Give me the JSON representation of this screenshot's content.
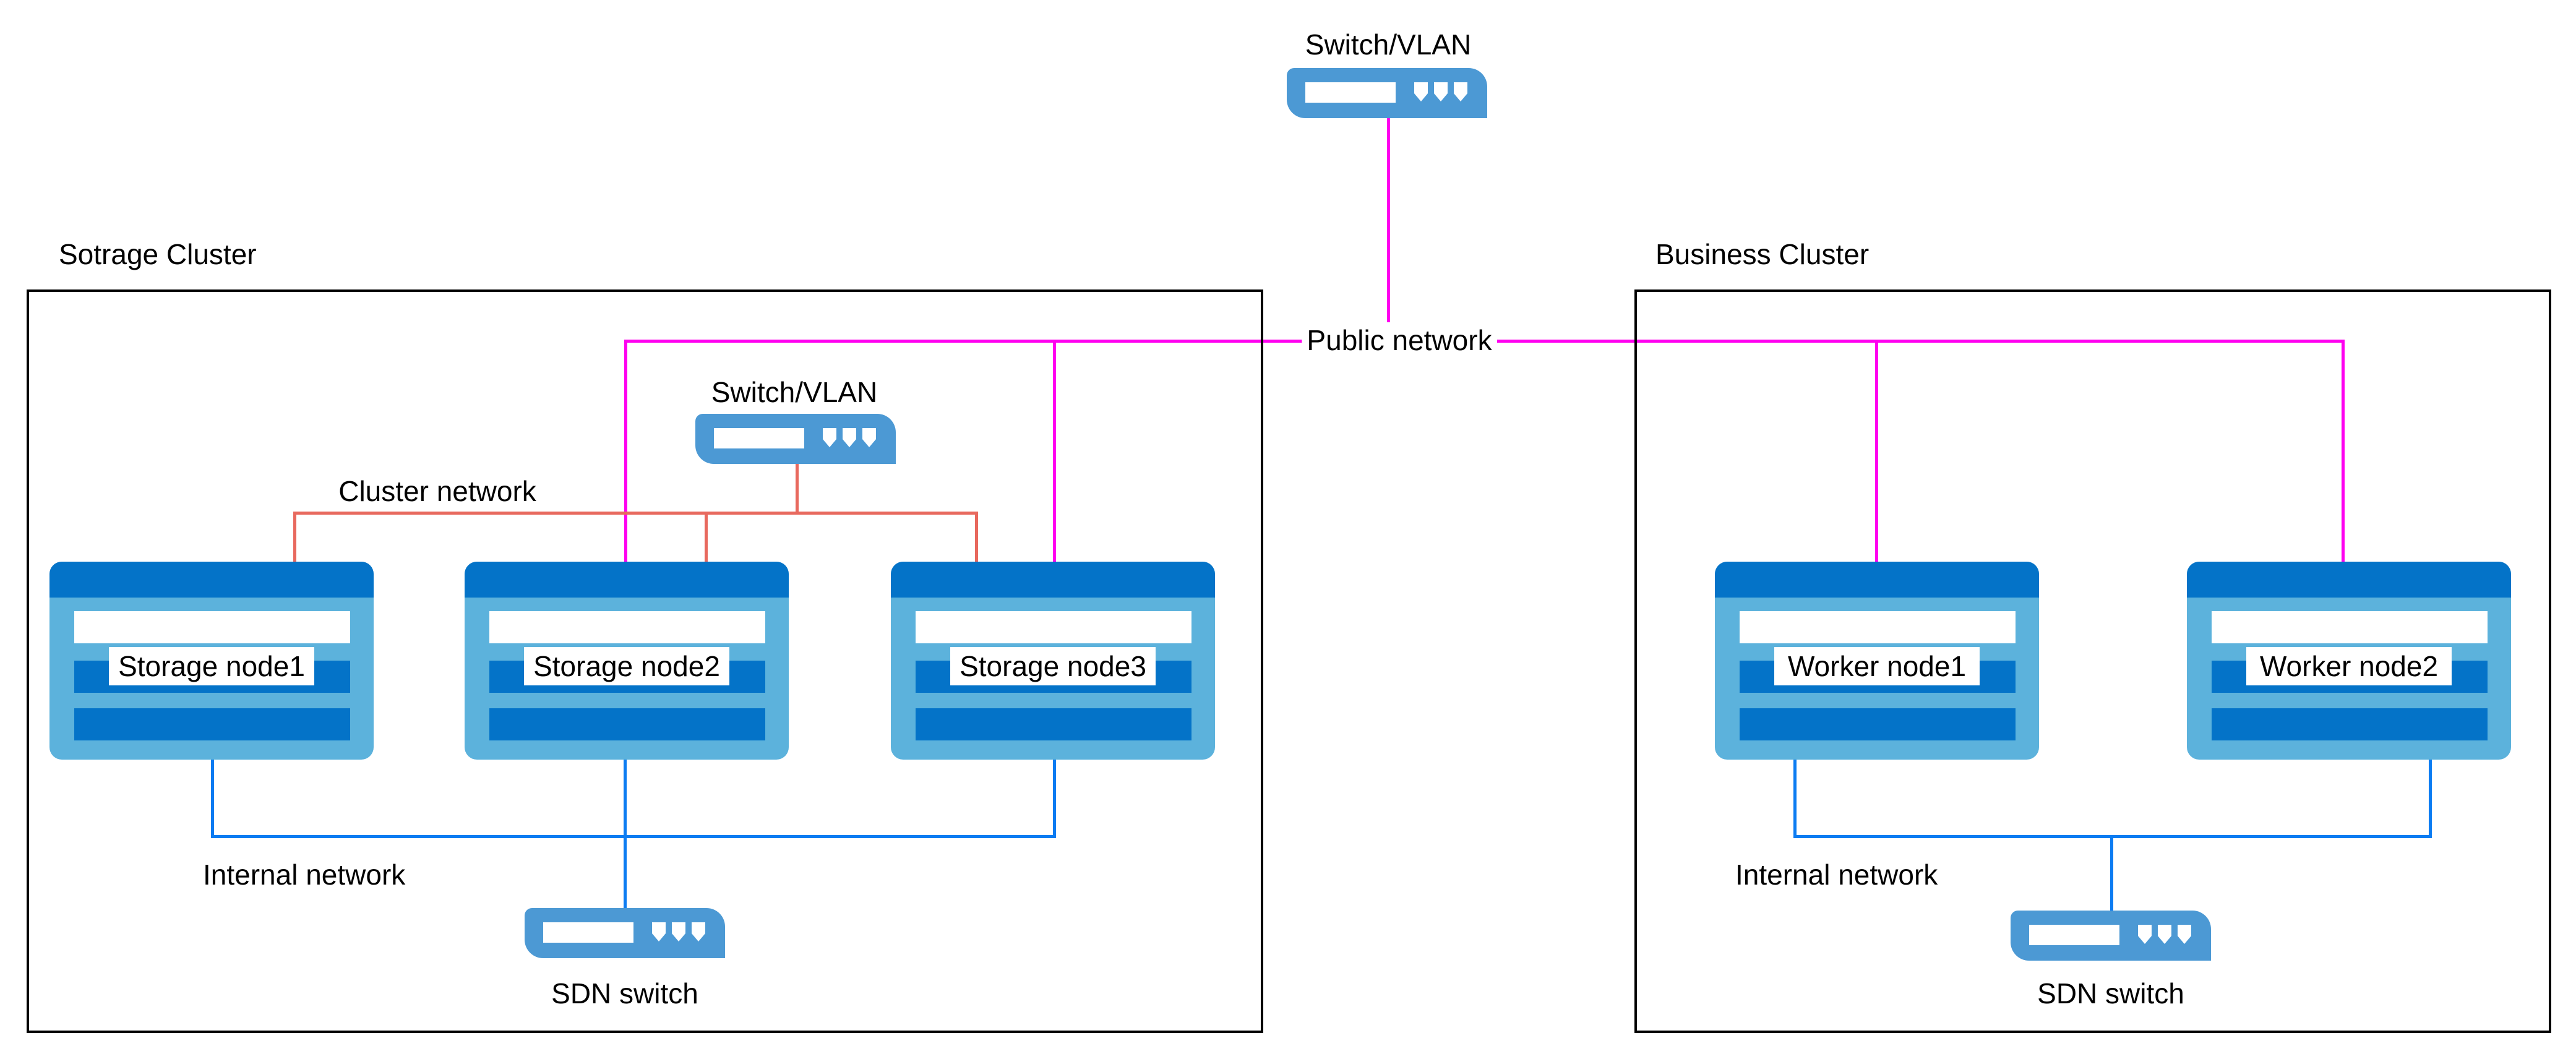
{
  "colors": {
    "magenta": "#FF00F0",
    "red": "#E8695E",
    "blue": "#0C7CF2",
    "node_dark": "#0473C8",
    "node_light": "#5CB2DC",
    "switch_blue": "#4C99D4",
    "text": "#000000",
    "background": "#FFFFFF"
  },
  "top": {
    "switch_label": "Switch/VLAN",
    "public_network_label": "Public network"
  },
  "clusters": {
    "left": {
      "title": "Sotrage Cluster",
      "switch_label": "Switch/VLAN",
      "cluster_network_label": "Cluster network",
      "internal_network_label": "Internal network",
      "sdn_switch_label": "SDN switch",
      "nodes": [
        "Storage node1",
        "Storage node2",
        "Storage node3"
      ]
    },
    "right": {
      "title": "Business Cluster",
      "internal_network_label": "Internal network",
      "sdn_switch_label": "SDN switch",
      "nodes": [
        "Worker node1",
        "Worker node2"
      ]
    }
  }
}
